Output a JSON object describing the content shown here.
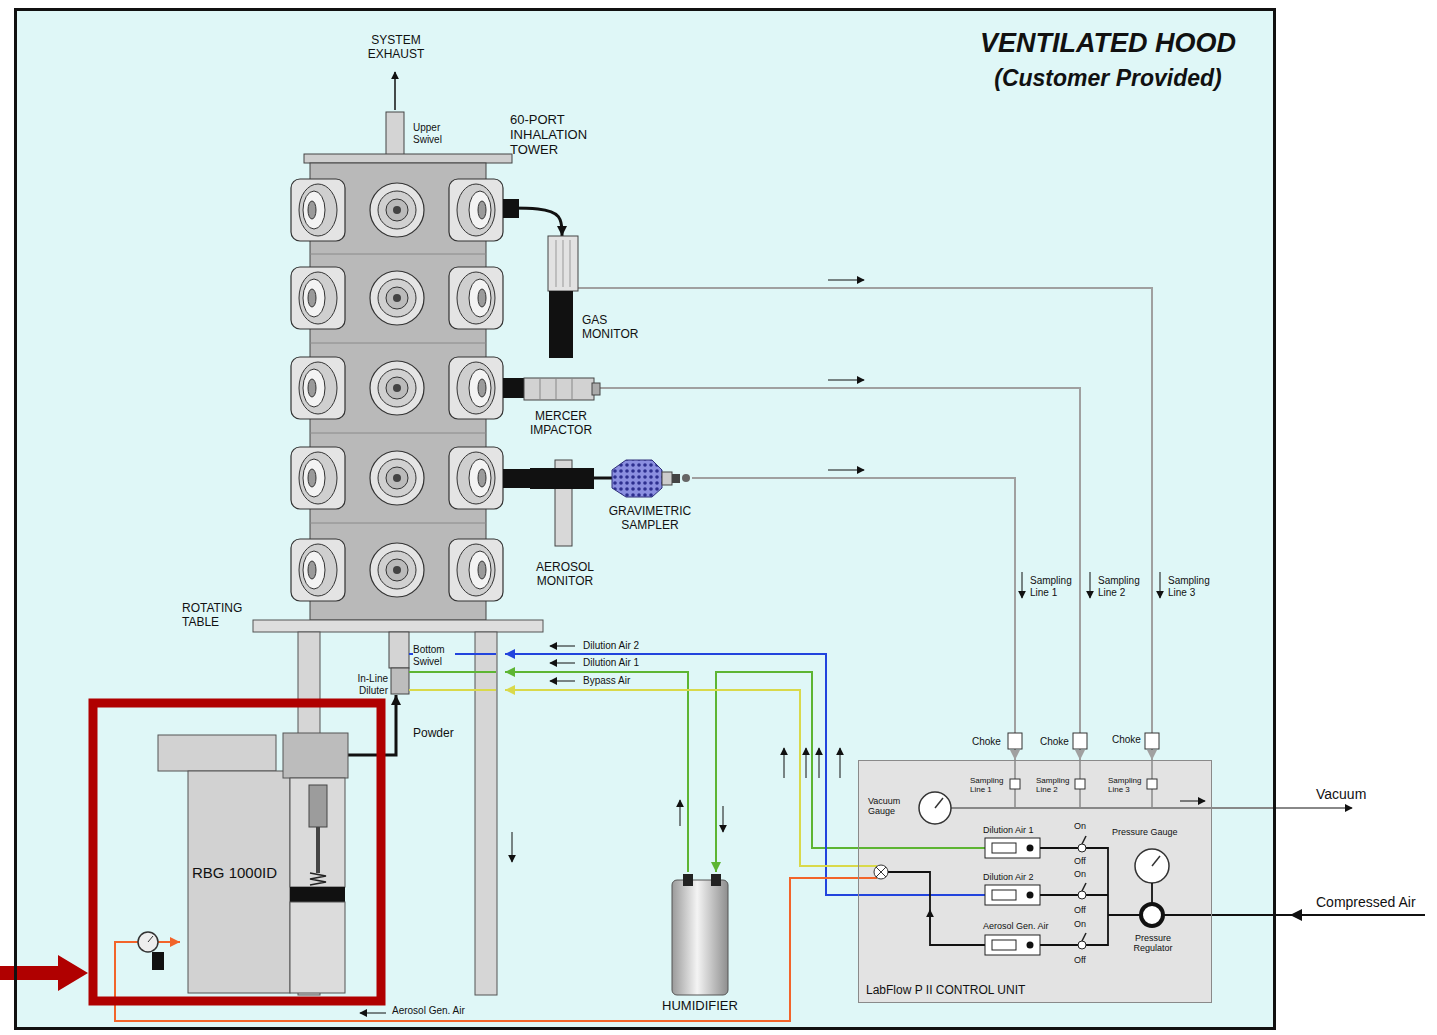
{
  "diagram": {
    "nodes": [
      {
        "text": [
          "VENTILATED HOOD",
          "(Customer Provided)"
        ]
      },
      {
        "text": [
          "60-PORT INHALATION TOWER"
        ],
        "in": 0
      },
      {
        "text": [
          "GAS MONITOR"
        ],
        "in": 0
      },
      {
        "text": [
          "MERCER IMPACTOR"
        ],
        "in": 0
      },
      {
        "text": [
          "AEROSOL MONITOR"
        ],
        "in": 0
      },
      {
        "text": [
          "GRAVIMETRIC SAMPLER"
        ],
        "in": 0
      },
      {
        "text": [
          "RBG 1000ID"
        ],
        "in": 0
      },
      {
        "text": [
          "HUMIDIFIER"
        ],
        "in": 0
      },
      {
        "text": [
          "LabFlow P II CONTROL UNIT"
        ],
        "in": 0
      }
    ],
    "edges": [
      {
        "from": 1,
        "to": 2,
        "arrow": "to"
      },
      {
        "from": 2,
        "to": 8,
        "arrow": "to"
      },
      {
        "from": 3,
        "to": 8,
        "arrow": "to"
      },
      {
        "from": 5,
        "to": 8,
        "arrow": "to"
      },
      {
        "from": 8,
        "to": 7,
        "arrow": "to"
      },
      {
        "from": 7,
        "to": 1,
        "label": "Dilution Air 1",
        "arrow": "to"
      },
      {
        "from": 8,
        "to": 1,
        "label": "Dilution Air 2",
        "arrow": "to"
      },
      {
        "from": 8,
        "to": 1,
        "label": "Bypass Air",
        "arrow": "to"
      },
      {
        "from": 8,
        "to": 6,
        "label": "Aerosol Gen. Air",
        "arrow": "to"
      },
      {
        "from": 6,
        "to": 1,
        "label": "Powder",
        "arrow": "to"
      }
    ],
    "labels": [
      "SYSTEM EXHAUST",
      "Upper Swivel",
      "ROTATING TABLE",
      "Bottom Swivel",
      "In-Line Diluter",
      "Sampling Line 1",
      "Sampling Line 2",
      "Sampling Line 3",
      "Choke",
      "Choke",
      "Choke",
      "Sampling Line 1",
      "Sampling Line 2",
      "Sampling Line 3",
      "Vacuum Gauge",
      "Vacuum",
      "Dilution Air 1",
      "Dilution Air 2",
      "Aerosol Gen. Air",
      "On",
      "Off",
      "On",
      "Off",
      "On",
      "Off",
      "Pressure Gauge",
      "Pressure Regulator",
      "Compressed Air"
    ]
  }
}
